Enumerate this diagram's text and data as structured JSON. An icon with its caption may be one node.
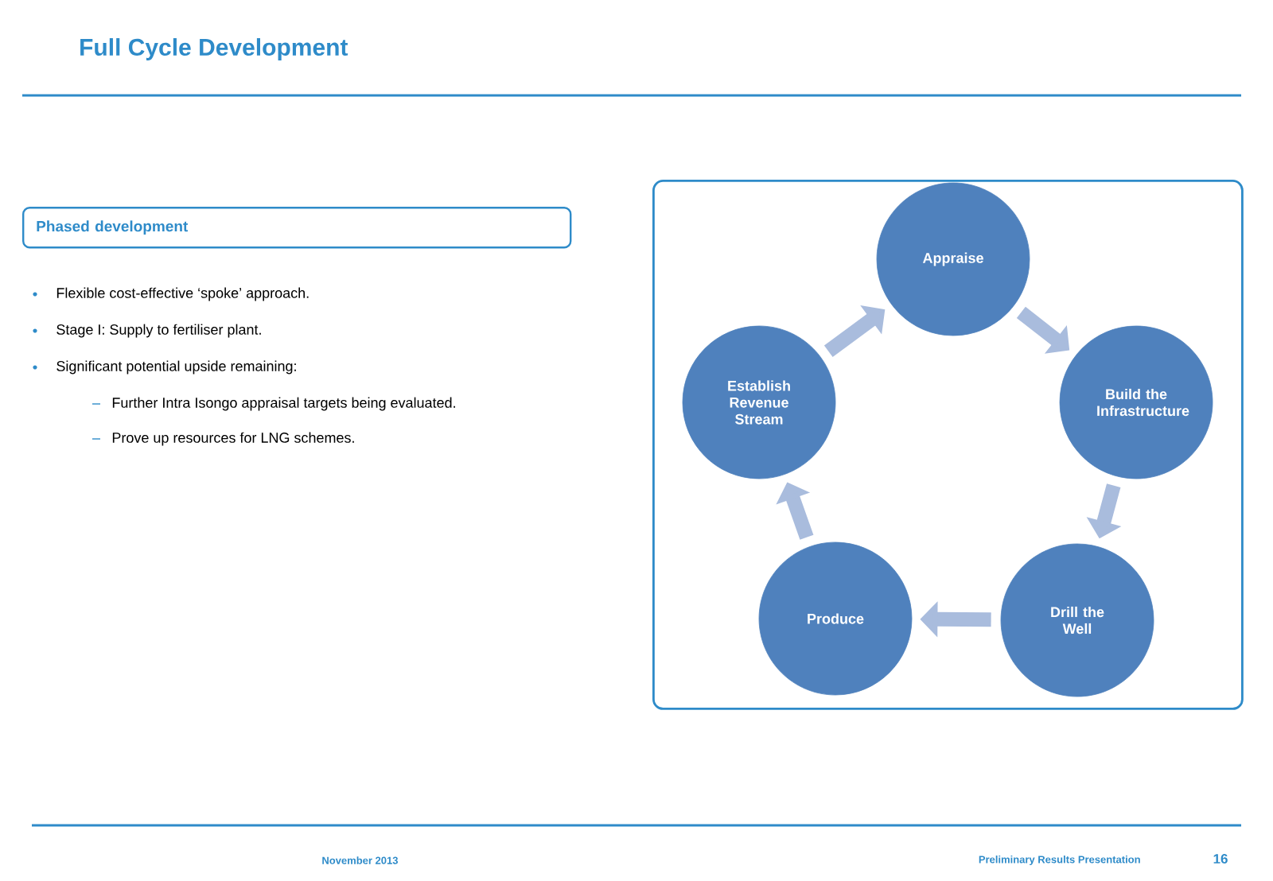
{
  "diagram": {
    "title": "Full Cycle Development",
    "nodes": [
      {
        "text": [
          "Phased development"
        ]
      },
      {
        "text": [],
        "shape": "box"
      },
      {
        "text": [
          "Appraise"
        ],
        "in": 1
      },
      {
        "text": [
          "Build the Infrastructure"
        ],
        "in": 1
      },
      {
        "text": [
          "Drill the Well"
        ],
        "in": 1
      },
      {
        "text": [
          "Produce"
        ],
        "in": 1
      },
      {
        "text": [
          "Establish Revenue Stream"
        ],
        "in": 1
      }
    ],
    "edges": [
      {
        "from": 2,
        "to": 3,
        "arrow": "to"
      },
      {
        "from": 3,
        "to": 4,
        "arrow": "to"
      },
      {
        "from": 4,
        "to": 5,
        "arrow": "to"
      },
      {
        "from": 5,
        "to": 6,
        "arrow": "to"
      },
      {
        "from": 6,
        "to": 2,
        "arrow": "to"
      }
    ],
    "labels": [
      "Flexible cost-effective ‘spoke’ approach.",
      "Stage I: Supply to fertiliser plant.",
      "Significant potential upside remaining:",
      "Further Intra Isongo appraisal targets being evaluated.",
      "Prove up resources for LNG schemes.",
      "November 2013",
      "Preliminary Results Presentation",
      "16"
    ]
  }
}
